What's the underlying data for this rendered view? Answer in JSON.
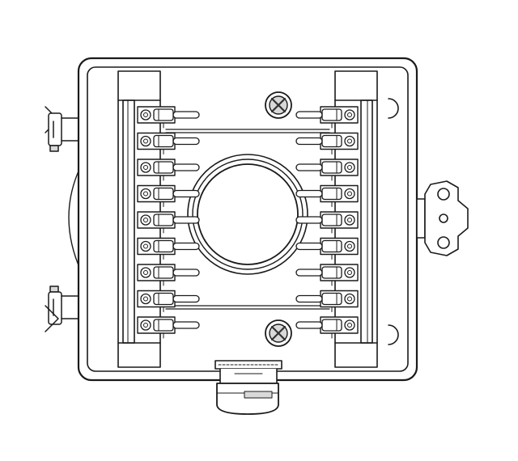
{
  "drawing": {
    "subject": "terminal-junction-box-plan-view",
    "colors": {
      "stroke": "#1a1a1a",
      "fill": "#ffffff",
      "shade": "#d9d9d9",
      "dark": "#333333"
    },
    "left_terminal_count": 9,
    "right_terminal_count": 9,
    "mounting_screw_count": 2,
    "hinge_count": 2,
    "cable_gland_count": 1,
    "wall_bracket_count": 1,
    "corner_hole_count": 2
  }
}
